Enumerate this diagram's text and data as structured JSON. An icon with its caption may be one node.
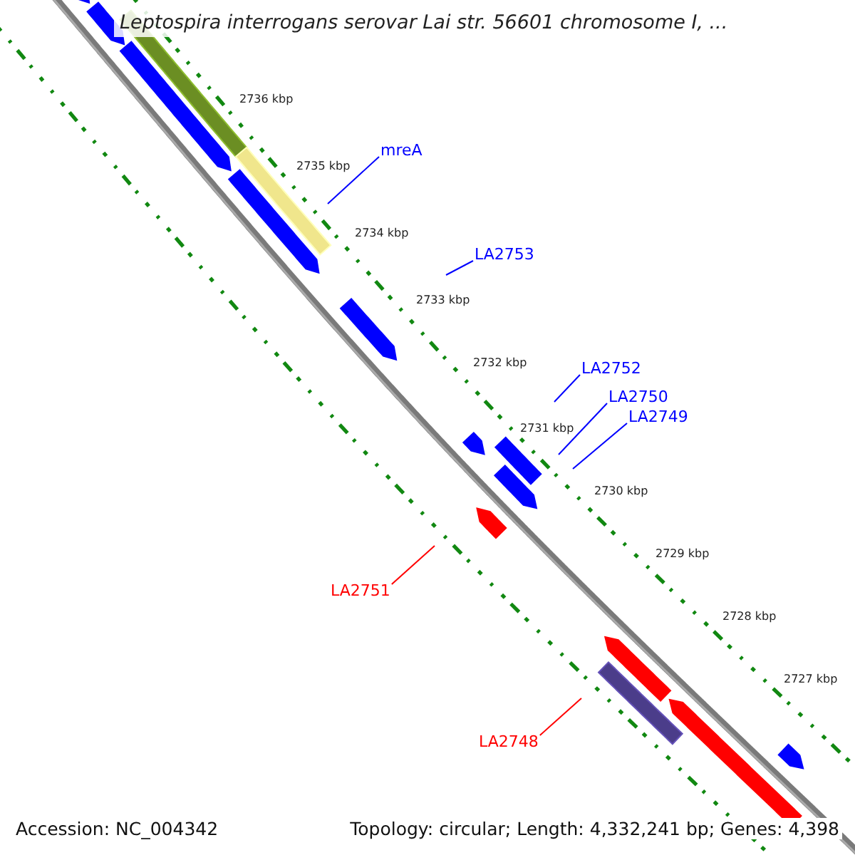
{
  "diagram": {
    "title": "Leptospira interrogans serovar Lai str. 56601 chromosome I, ...",
    "nodes": [
      {
        "text": [
          "mreA"
        ]
      },
      {
        "text": [
          "LA2753"
        ]
      },
      {
        "text": [
          "LA2752"
        ]
      },
      {
        "text": [
          "LA2750"
        ]
      },
      {
        "text": [
          "LA2749"
        ]
      },
      {
        "text": [
          "LA2751"
        ]
      },
      {
        "text": [
          "LA2748"
        ]
      }
    ],
    "edges": [
      {
        "from": 0,
        "to": null,
        "arrow": "none"
      },
      {
        "from": 1,
        "to": null,
        "arrow": "none"
      },
      {
        "from": 2,
        "to": null,
        "arrow": "none"
      },
      {
        "from": 3,
        "to": null,
        "arrow": "none"
      },
      {
        "from": 4,
        "to": null,
        "arrow": "none"
      },
      {
        "from": 5,
        "to": null,
        "arrow": "none",
        "color": "#ff0000"
      },
      {
        "from": 6,
        "to": null,
        "arrow": "none",
        "color": "#ff0000"
      }
    ],
    "labels": [
      "2736 kbp",
      "2735 kbp",
      "2734 kbp",
      "2733 kbp",
      "2732 kbp",
      "2731 kbp",
      "2730 kbp",
      "2729 kbp",
      "2728 kbp",
      "2727 kbp",
      "Accession: NC_004342",
      "Topology: circular; Length: 4,332,241 bp; Genes: 4,398"
    ]
  }
}
